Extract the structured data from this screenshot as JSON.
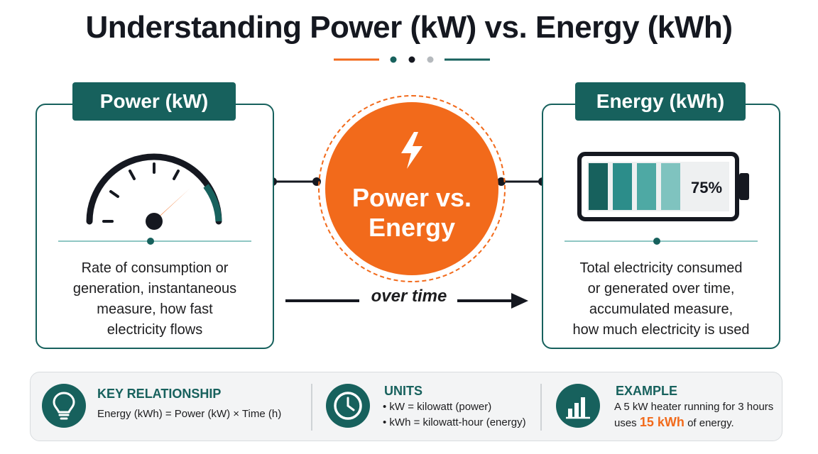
{
  "title": "Understanding Power (kW) vs. Energy (kWh)",
  "power_panel": {
    "label": "Power (kW)",
    "icon": "speedometer-gauge-icon",
    "description_lines": [
      "Rate of consumption or",
      "generation, instantaneous",
      "measure, how fast",
      "electricity flows"
    ]
  },
  "energy_panel": {
    "label": "Energy (kWh)",
    "icon": "battery-icon",
    "battery_level_text": "75%",
    "battery_level": 0.75,
    "description_lines": [
      "Total electricity consumed",
      "or generated over time,",
      "accumulated measure,",
      "how much electricity is used"
    ]
  },
  "center": {
    "icon": "lightning-bolt-icon",
    "line1": "Power vs.",
    "line2": "Energy"
  },
  "arrow_label": "over time",
  "bottom": {
    "key_relationship": {
      "icon": "lightbulb-icon",
      "title": "KEY RELATIONSHIP",
      "text": "Energy (kWh) = Power (kW) × Time (h)"
    },
    "units": {
      "icon": "clock-icon",
      "title": "UNITS",
      "items": [
        "kW = kilowatt (power)",
        "kWh = kilowatt-hour (energy)"
      ]
    },
    "example": {
      "icon": "bar-chart-icon",
      "title": "EXAMPLE",
      "line1": "A 5 kW heater running for 3 hours",
      "line2_prefix": "uses",
      "line2_highlight": "15 kWh",
      "line2_suffix": "of energy."
    }
  },
  "colors": {
    "teal": "#17615d",
    "orange": "#f26a1b",
    "dark": "#151820",
    "light_teal": "#8fc7c3"
  }
}
